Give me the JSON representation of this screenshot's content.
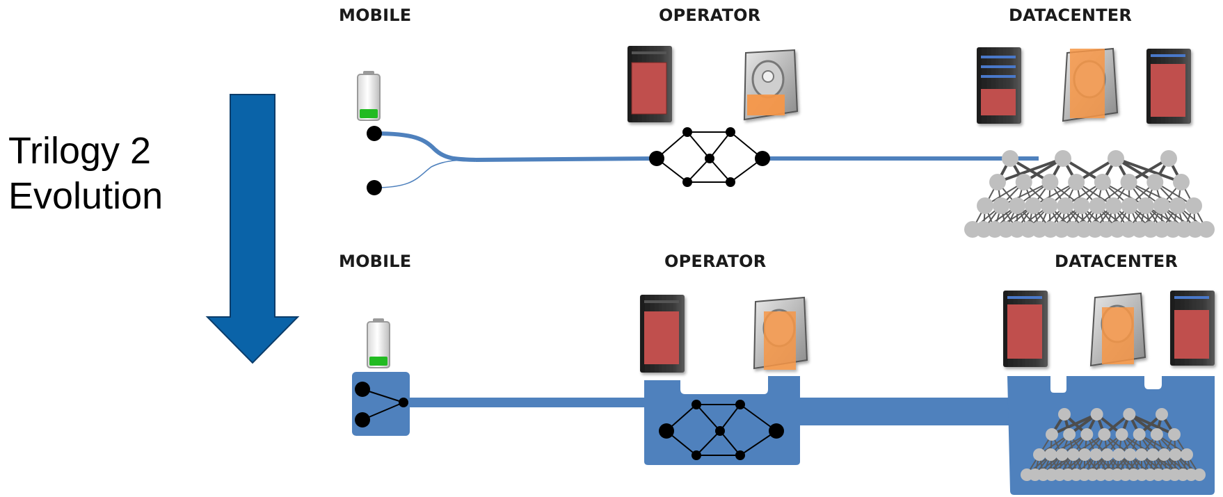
{
  "side": {
    "line1": "Trilogy 2",
    "line2": "Evolution"
  },
  "top_row": {
    "mobile": "MOBILE",
    "operator": "OPERATOR",
    "datacenter": "DATACENTER"
  },
  "bottom_row": {
    "mobile": "MOBILE",
    "operator": "OPERATOR",
    "datacenter": "DATACENTER"
  },
  "colors": {
    "arrow": "#0a63a8",
    "link": "#4f81bd",
    "server_panel": "#c0504d",
    "disk_overlay": "#f79646",
    "tree_node": "#bfbfbf",
    "battery_charge": "#22bb22"
  },
  "icons": [
    "battery-icon",
    "server-icon",
    "hard-disk-icon",
    "network-graph-icon",
    "tree-network-icon",
    "down-arrow-icon"
  ]
}
